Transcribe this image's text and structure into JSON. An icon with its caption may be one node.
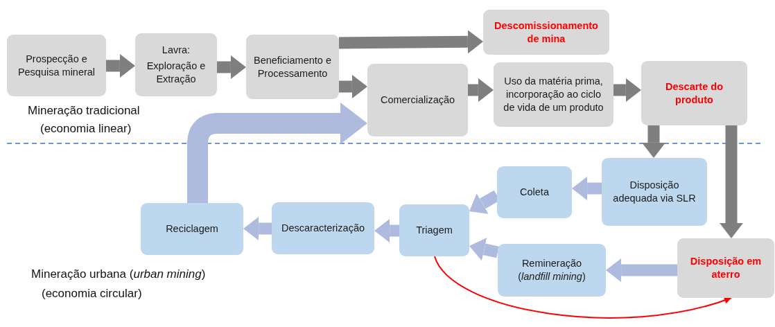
{
  "diagram": {
    "nodes": [
      {
        "text": [
          "Prospecção e Pesquisa mineral"
        ]
      },
      {
        "text": [
          "Lavra:",
          "Exploração e Extração"
        ]
      },
      {
        "text": [
          "Beneficiamento e Processamento"
        ]
      },
      {
        "text": [
          "Descomissionamento de mina"
        ]
      },
      {
        "text": [
          "Comercialização"
        ]
      },
      {
        "text": [
          "Uso da matéria prima, incorporação ao ciclo de vida de um produto"
        ]
      },
      {
        "text": [
          "Descarte do produto"
        ]
      },
      {
        "text": [
          "Disposição adequada via SLR"
        ]
      },
      {
        "text": [
          "Coleta"
        ]
      },
      {
        "text": [
          "Reciclagem"
        ]
      },
      {
        "text": [
          "Descaracterização"
        ]
      },
      {
        "text": [
          "Triagem"
        ]
      },
      {
        "text": [
          "Remineração (*landfill mining*)"
        ]
      },
      {
        "text": [
          "Disposição em aterro"
        ]
      }
    ],
    "edges": [
      {
        "from": 0,
        "to": 1,
        "arrow": "to"
      },
      {
        "from": 1,
        "to": 2,
        "arrow": "to"
      },
      {
        "from": 2,
        "to": 3,
        "arrow": "to"
      },
      {
        "from": 2,
        "to": 4,
        "arrow": "to"
      },
      {
        "from": 4,
        "to": 5,
        "arrow": "to"
      },
      {
        "from": 5,
        "to": 6,
        "arrow": "to"
      },
      {
        "from": 6,
        "to": 7,
        "arrow": "to"
      },
      {
        "from": 6,
        "to": 13,
        "arrow": "to"
      },
      {
        "from": 7,
        "to": 8,
        "arrow": "to",
        "color": "#aebbdf"
      },
      {
        "from": 8,
        "to": 11,
        "arrow": "to",
        "color": "#aebbdf"
      },
      {
        "from": 13,
        "to": 12,
        "arrow": "to",
        "color": "#aebbdf"
      },
      {
        "from": 12,
        "to": 11,
        "arrow": "to",
        "color": "#aebbdf"
      },
      {
        "from": 11,
        "to": 10,
        "arrow": "to",
        "color": "#aebbdf"
      },
      {
        "from": 10,
        "to": 9,
        "arrow": "to",
        "color": "#aebbdf"
      },
      {
        "from": 9,
        "to": 4,
        "arrow": "to",
        "color": "#aebbdf"
      },
      {
        "from": 11,
        "to": 13,
        "arrow": "to",
        "color": "#ff0000"
      }
    ],
    "labels": [
      "Mineração tradicional",
      "(economia linear)",
      "Mineração urbana (*urban mining*)",
      "(economia circular)"
    ]
  }
}
